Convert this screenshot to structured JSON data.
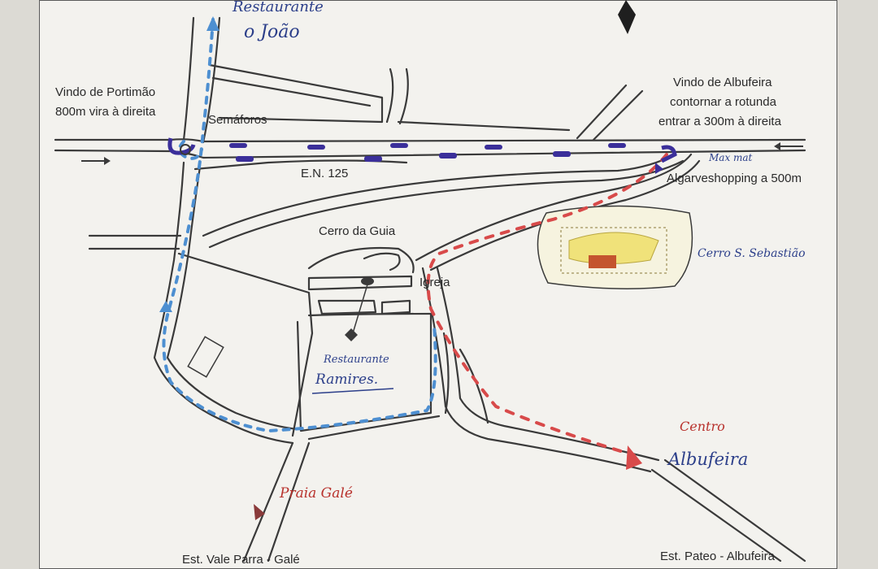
{
  "labels": {
    "from_portimao_1": "Vindo de Portimão",
    "from_portimao_2": "800m vira à direita",
    "semaforos": "Semáforos",
    "from_albufeira_1": "Vindo de Albufeira",
    "from_albufeira_2": "contornar a rotunda",
    "from_albufeira_3": "entrar a 300m à direita",
    "en125": "E.N. 125",
    "algarveshopping": "Algarveshopping a 500m",
    "cerro_da_guia": "Cerro da Guia",
    "igreja": "Igreja",
    "est_vale_parra": "Est. Vale Parra - Galé",
    "est_pateo": "Est. Pateo - Albufeira"
  },
  "handwritten": {
    "restaurante_top_1": "Restaurante",
    "restaurante_top_2": "o João",
    "maxmat": "Max mat",
    "cerro_sebastiao": "Cerro S. Sebastião",
    "restaurante_ramires_1": "Restaurante",
    "restaurante_ramires_2": "Ramires.",
    "praia_gale": "Praia Galé",
    "centro_albufeira_1": "Centro",
    "centro_albufeira_2": "Albufeira"
  },
  "colors": {
    "paper": "#f3f2ee",
    "road": "#3a3a3a",
    "blue_route": "#4d8fd1",
    "purple_route": "#3b2f9a",
    "red_route": "#d84a4a",
    "handwriting_blue": "#2c3f8a",
    "handwriting_red": "#b8312c",
    "shopping_yellow": "#f0e27a"
  },
  "icons": [
    "north-arrow-icon",
    "arrow-right-icon",
    "arrow-left-icon",
    "traffic-light-icon",
    "church-icon",
    "restaurant-marker-icon"
  ]
}
